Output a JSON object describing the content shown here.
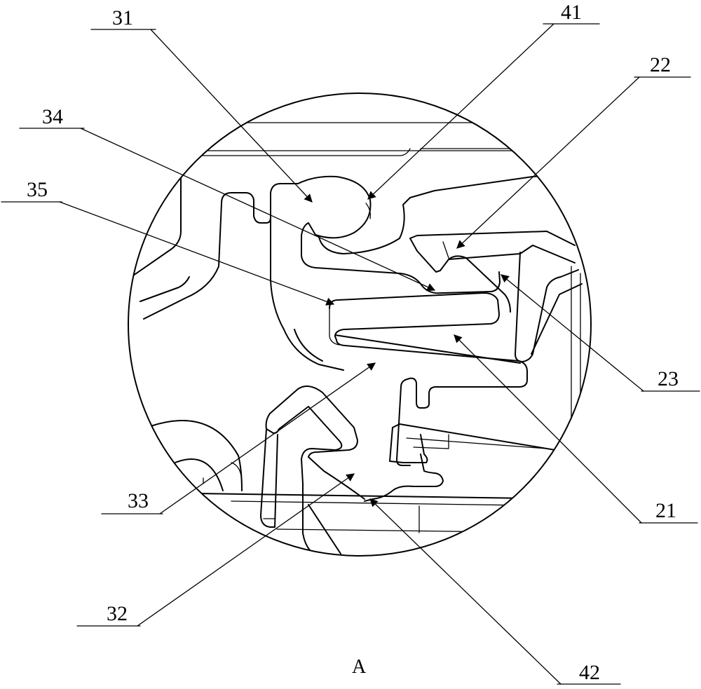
{
  "figure": {
    "caption": "A",
    "labels": {
      "l31": "31",
      "l41": "41",
      "l22": "22",
      "l34": "34",
      "l35": "35",
      "l23": "23",
      "l21": "21",
      "l33": "33",
      "l32": "32",
      "l42": "42"
    }
  }
}
